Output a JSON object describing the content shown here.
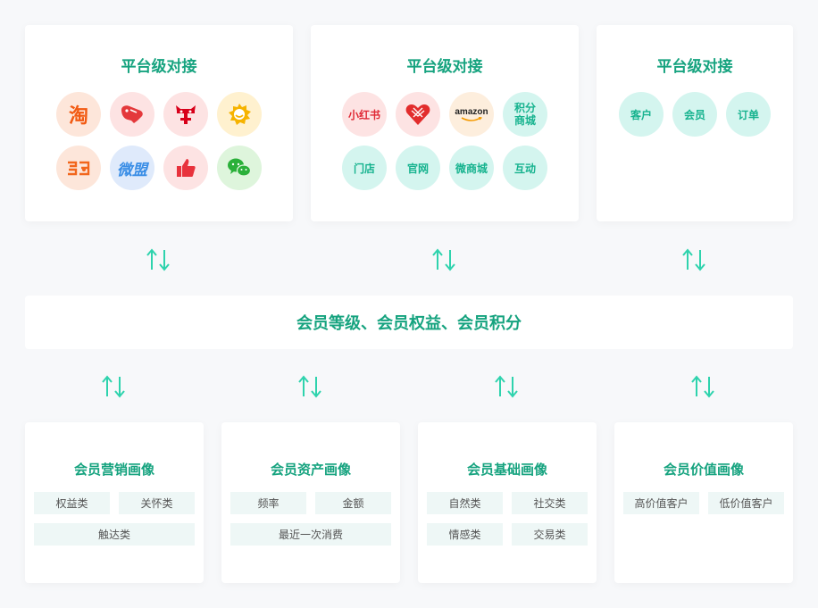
{
  "platform_cards": [
    {
      "title": "平台级对接",
      "logos": [
        {
          "icon": "taobao-icon",
          "text": "淘",
          "bg": "#fde6da",
          "color": "#f25a12"
        },
        {
          "icon": "jd-dog-icon",
          "bg": "#fde3e3",
          "color": "#e4393c"
        },
        {
          "icon": "tmall-cat-icon",
          "bg": "#fde3e3",
          "color": "#d8001a"
        },
        {
          "icon": "meituan-icon",
          "bg": "#fff1cf",
          "color": "#f6b300"
        },
        {
          "icon": "dangdang-icon",
          "bg": "#fde6da",
          "color": "#f2661c"
        },
        {
          "icon": "weibo-logo-icon",
          "text": "微盟",
          "bg": "#dfeafb",
          "color": "#3a8ee6"
        },
        {
          "icon": "thumbs-up-icon",
          "bg": "#fde3e3",
          "color": "#e8323c"
        },
        {
          "icon": "wechat-icon",
          "bg": "#def5dc",
          "color": "#2bb03a"
        }
      ]
    },
    {
      "title": "平台级对接",
      "logos": [
        {
          "icon": "xiaohongshu-icon",
          "text": "小红书",
          "bg": "#fde3e3",
          "color": "#e02a36"
        },
        {
          "icon": "pinduoduo-icon",
          "bg": "#fde3e3",
          "color": "#e22c2c"
        },
        {
          "icon": "amazon-icon",
          "text": "amazon",
          "bg": "#fdeedd",
          "color": "#222222"
        }
      ],
      "items": [
        "积分\n商城",
        "门店",
        "官网",
        "微商城",
        "互动"
      ]
    },
    {
      "title": "平台级对接",
      "items": [
        "客户",
        "会员",
        "订单"
      ]
    }
  ],
  "banner": "会员等级、会员权益、会员积分",
  "portrait_cards": [
    {
      "title": "会员营销画像",
      "tags": [
        "权益类",
        "关怀类",
        "触达类"
      ]
    },
    {
      "title": "会员资产画像",
      "tags": [
        "频率",
        "金额",
        "最近一次消费"
      ]
    },
    {
      "title": "会员基础画像",
      "tags": [
        "自然类",
        "社交类",
        "情感类",
        "交易类"
      ]
    },
    {
      "title": "会员价值画像",
      "tags": [
        "高价值客户",
        "低价值客户"
      ]
    }
  ],
  "colors": {
    "accent": "#16a37f",
    "teal_bg": "#d4f5ef",
    "tag_bg": "#eef7f6",
    "arrow": "#2ed3ad"
  }
}
